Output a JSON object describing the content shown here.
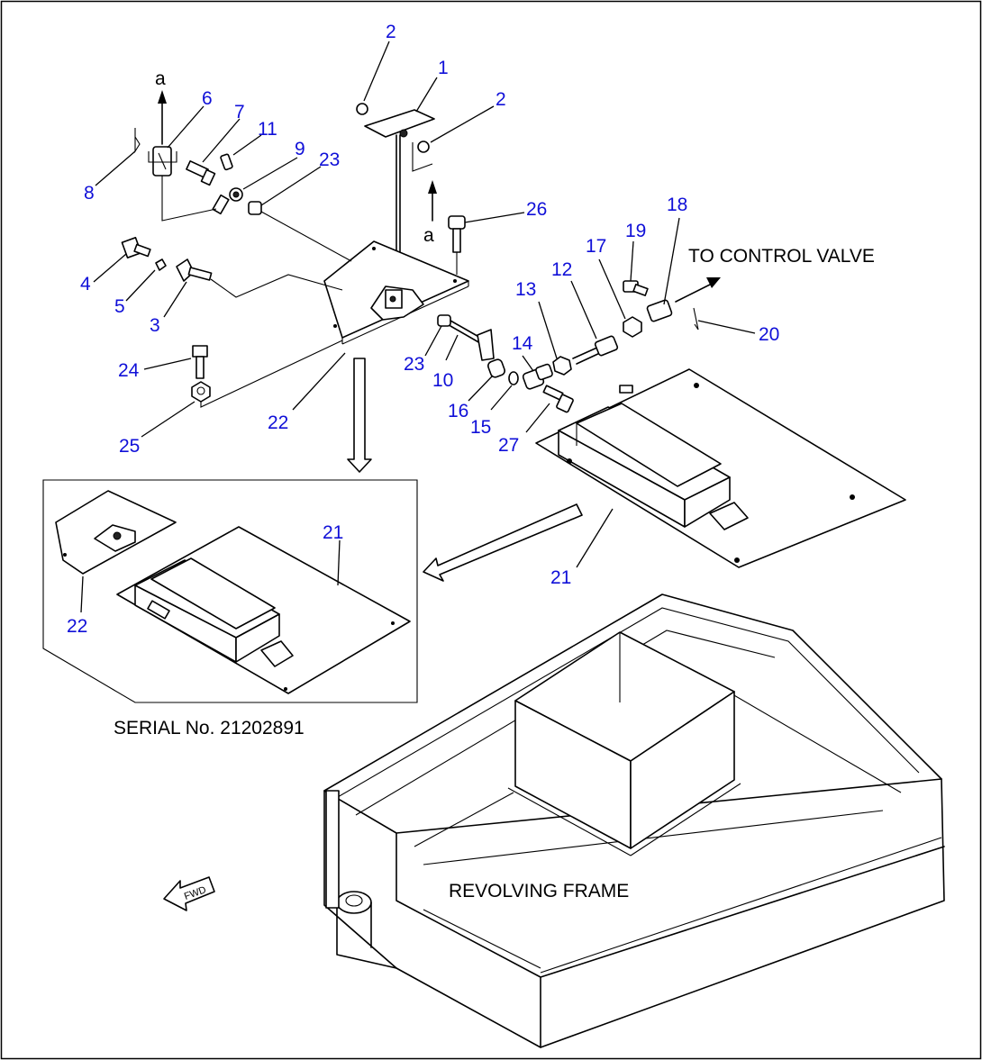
{
  "texts": {
    "to_control_valve": "TO CONTROL VALVE",
    "serial_no": "SERIAL No. 21202891",
    "revolving_frame": "REVOLVING FRAME",
    "fwd": "FWD",
    "a_top": "a",
    "a_mid": "a"
  },
  "callouts": {
    "c1": "1",
    "c2a": "2",
    "c2b": "2",
    "c3": "3",
    "c4": "4",
    "c5": "5",
    "c6": "6",
    "c7": "7",
    "c8": "8",
    "c9": "9",
    "c10": "10",
    "c11": "11",
    "c12": "12",
    "c13": "13",
    "c14": "14",
    "c15": "15",
    "c16": "16",
    "c17": "17",
    "c18": "18",
    "c19": "19",
    "c20": "20",
    "c21a": "21",
    "c21b": "21",
    "c22a": "22",
    "c22b": "22",
    "c23a": "23",
    "c23b": "23",
    "c24": "24",
    "c25": "25",
    "c26": "26",
    "c27": "27"
  },
  "colors": {
    "callout": "#1010d8",
    "line": "#000000"
  }
}
